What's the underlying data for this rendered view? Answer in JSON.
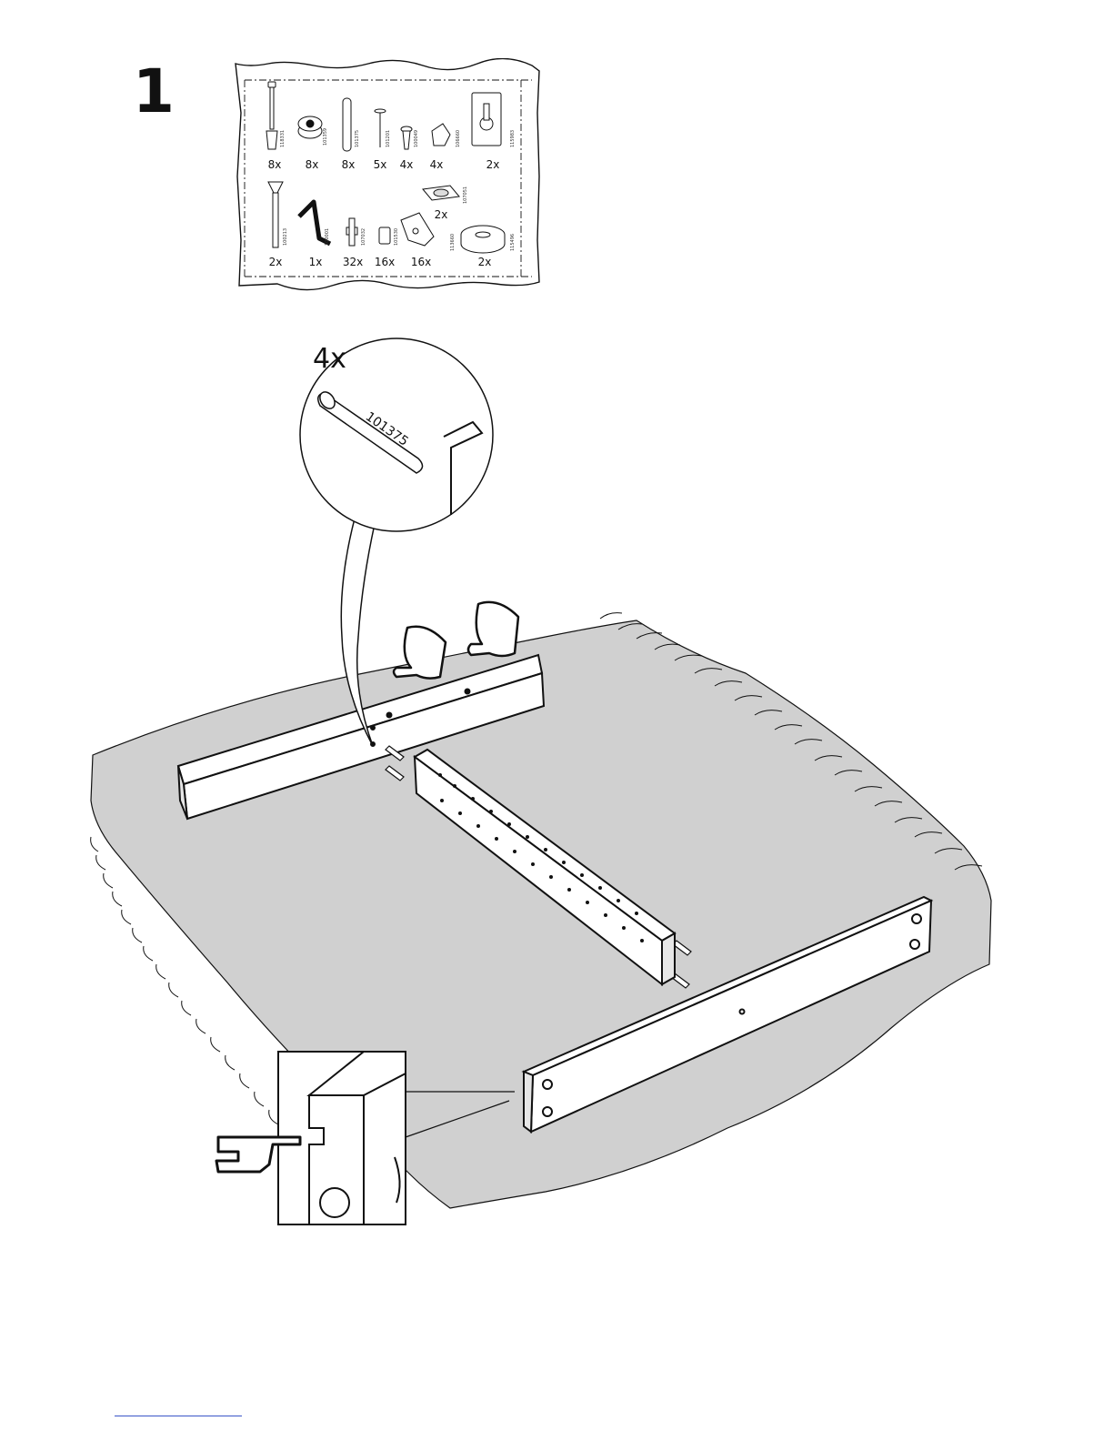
{
  "step": {
    "number": "1"
  },
  "parts": {
    "row1": [
      {
        "icon": "cam-bolt-icon",
        "part_no": "118331",
        "qty": "8x"
      },
      {
        "icon": "cam-lock-icon",
        "part_no": "101359",
        "qty": "8x"
      },
      {
        "icon": "wood-dowel-icon",
        "part_no": "101375",
        "qty": "8x"
      },
      {
        "icon": "nail-icon",
        "part_no": "101201",
        "qty": "5x"
      },
      {
        "icon": "screw-icon",
        "part_no": "100049",
        "qty": "4x"
      },
      {
        "icon": "corner-bracket-icon",
        "part_no": "106660",
        "qty": "4x"
      },
      {
        "icon": "wall-hanger-icon",
        "part_no": "115983",
        "qty": "2x"
      }
    ],
    "row2": [
      {
        "icon": "long-screw-icon",
        "part_no": "100213",
        "qty": "2x"
      },
      {
        "icon": "allen-key-icon",
        "part_no": "100001",
        "qty": "1x"
      },
      {
        "icon": "shelf-pin-icon",
        "part_no": "107032",
        "qty": "32x"
      },
      {
        "icon": "plastic-plug-icon",
        "part_no": "101530",
        "qty": "16x"
      },
      {
        "icon": "shelf-support-icon",
        "part_no": "113660",
        "qty": "16x"
      },
      {
        "icon": "felt-pad-icon",
        "part_no": "107051",
        "qty": "2x"
      },
      {
        "icon": "tape-roll-icon",
        "part_no": "115496",
        "qty": "2x"
      }
    ]
  },
  "magnifier": {
    "qty": "4x",
    "part_no": "101375"
  },
  "colors": {
    "rug": "#d0d0d0",
    "line": "#111111",
    "footer_rule": "#3a56c8"
  }
}
